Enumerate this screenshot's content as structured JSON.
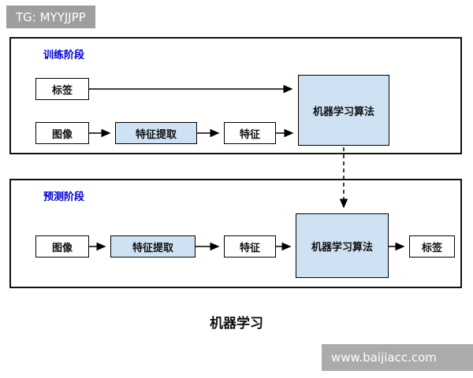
{
  "watermarks": {
    "top": "TG: MYYJJPP",
    "bottom": "www.baijiacc.com"
  },
  "title": "机器学习",
  "training": {
    "phase_label": "训练阶段",
    "label_node": "标签",
    "image_node": "图像",
    "feature_extraction_node": "特征提取",
    "feature_node": "特征",
    "algorithm_node": "机器学习算法"
  },
  "prediction": {
    "phase_label": "预测阶段",
    "image_node": "图像",
    "feature_extraction_node": "特征提取",
    "feature_node": "特征",
    "algorithm_node": "机器学习算法",
    "label_node": "标签"
  },
  "colors": {
    "highlight_fill": "#cfe2f3",
    "phase_label_color": "#0000cc",
    "panel_border": "#111111",
    "watermark_bg": "#9e9e9e",
    "arrow_color": "#000000"
  }
}
